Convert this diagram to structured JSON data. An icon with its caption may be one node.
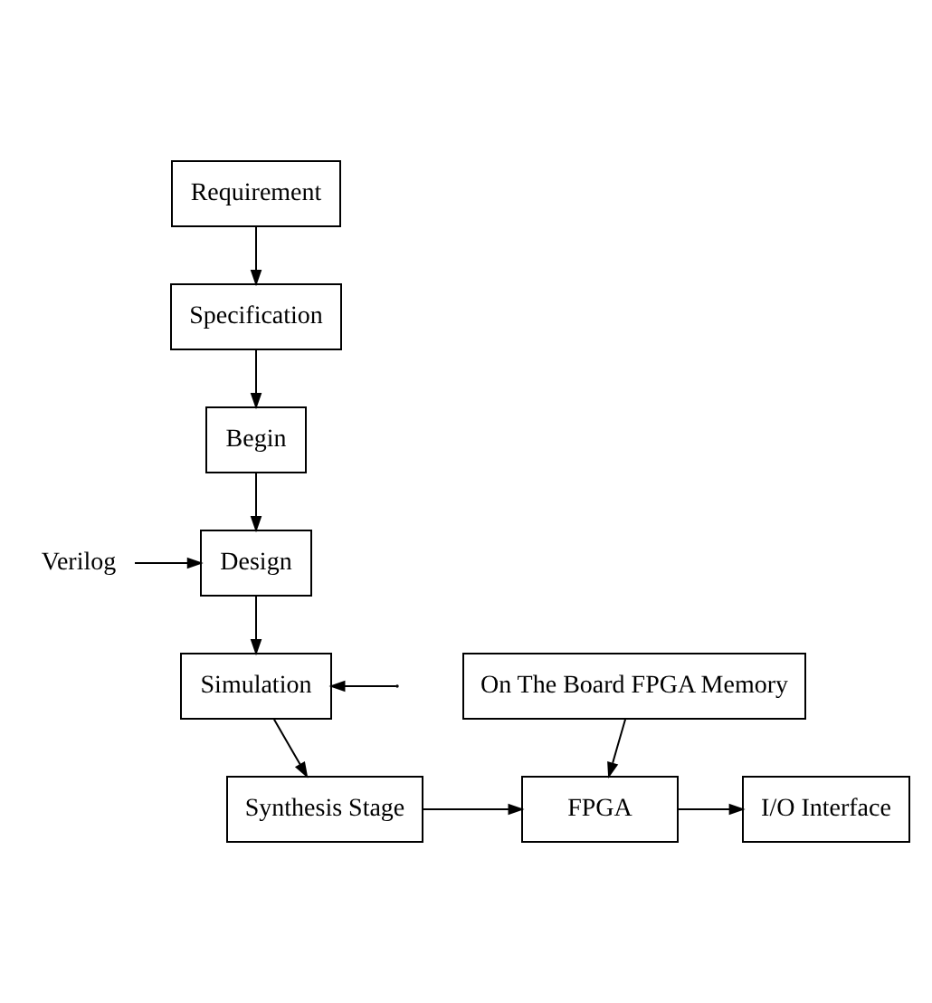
{
  "diagram": {
    "nodes": [
      {
        "text": [
          "Requirement"
        ]
      },
      {
        "text": [
          "Specification"
        ]
      },
      {
        "text": [
          "Begin"
        ]
      },
      {
        "text": [
          "Design"
        ]
      },
      {
        "text": [
          "Verilog"
        ]
      },
      {
        "text": [
          "Simulation"
        ]
      },
      {
        "text": [
          "Synthesis Stage"
        ]
      },
      {
        "text": [
          "On The Board FPGA Memory"
        ]
      },
      {
        "text": [
          "FPGA"
        ]
      },
      {
        "text": [
          "I/O Interface"
        ]
      }
    ],
    "edges": [
      {
        "from": 0,
        "to": 1,
        "arrow": "to"
      },
      {
        "from": 1,
        "to": 2,
        "arrow": "to"
      },
      {
        "from": 2,
        "to": 3,
        "arrow": "to"
      },
      {
        "from": 4,
        "to": 3,
        "arrow": "to"
      },
      {
        "from": 3,
        "to": 5,
        "arrow": "to"
      },
      {
        "from": null,
        "to": 5,
        "arrow": "to"
      },
      {
        "from": 5,
        "to": 6,
        "arrow": "to"
      },
      {
        "from": 6,
        "to": 8,
        "arrow": "to"
      },
      {
        "from": 7,
        "to": 8,
        "arrow": "to"
      },
      {
        "from": 8,
        "to": 9,
        "arrow": "to"
      }
    ]
  }
}
